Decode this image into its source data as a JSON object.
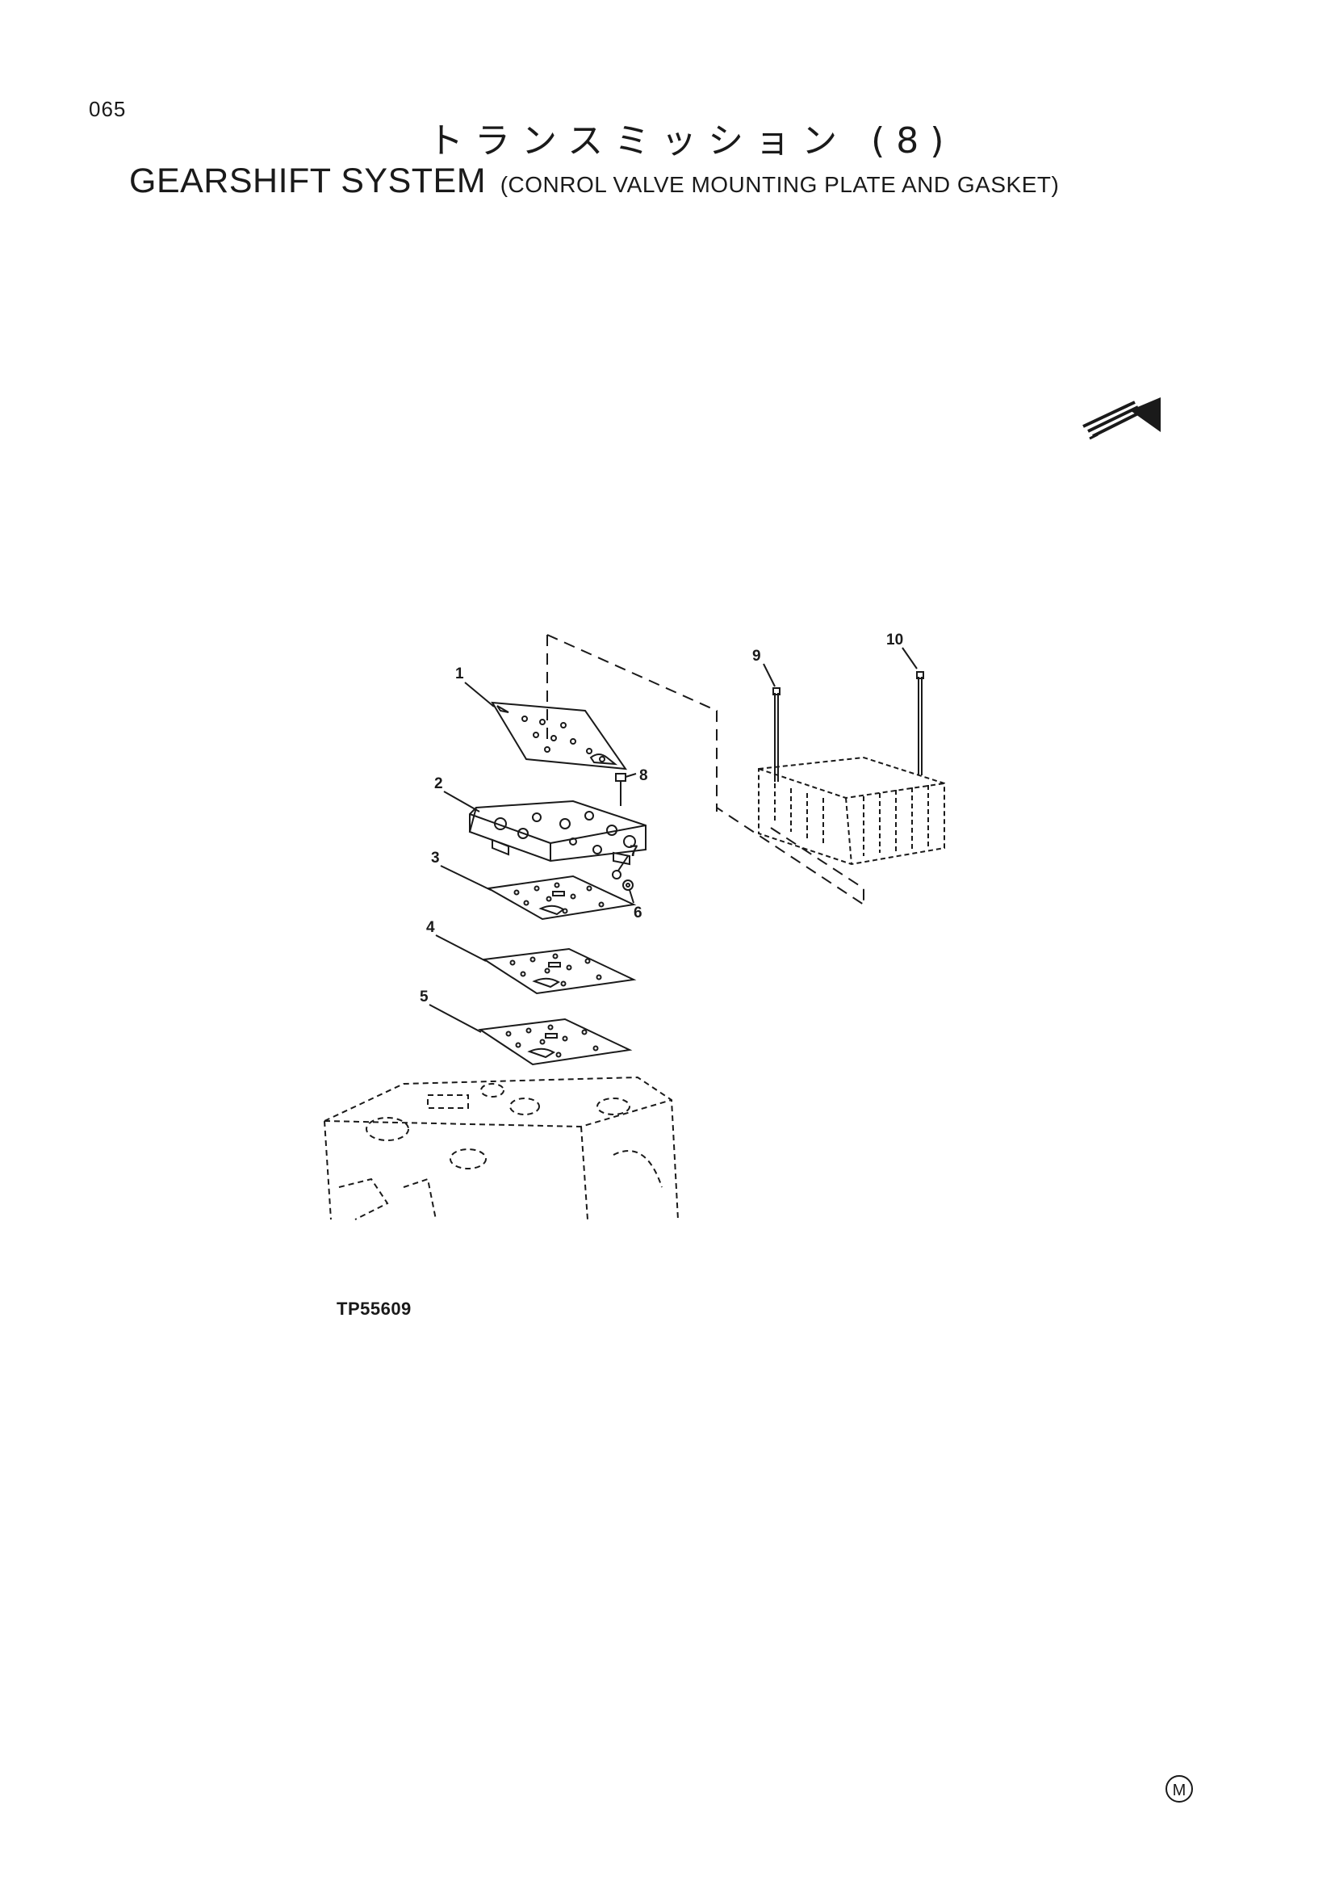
{
  "page": {
    "number": "065",
    "title_jp": "トランスミッション (8)",
    "title_en_main": "GEARSHIFT SYSTEM",
    "title_en_sub": "(CONROL VALVE MOUNTING PLATE AND GASKET)",
    "figure_code": "TP55609",
    "mark": "M"
  },
  "diagram": {
    "callouts": [
      "1",
      "2",
      "3",
      "4",
      "5",
      "6",
      "7",
      "8",
      "9",
      "10"
    ]
  },
  "icons": {
    "direction_arrow": "front-direction-arrow-icon"
  }
}
